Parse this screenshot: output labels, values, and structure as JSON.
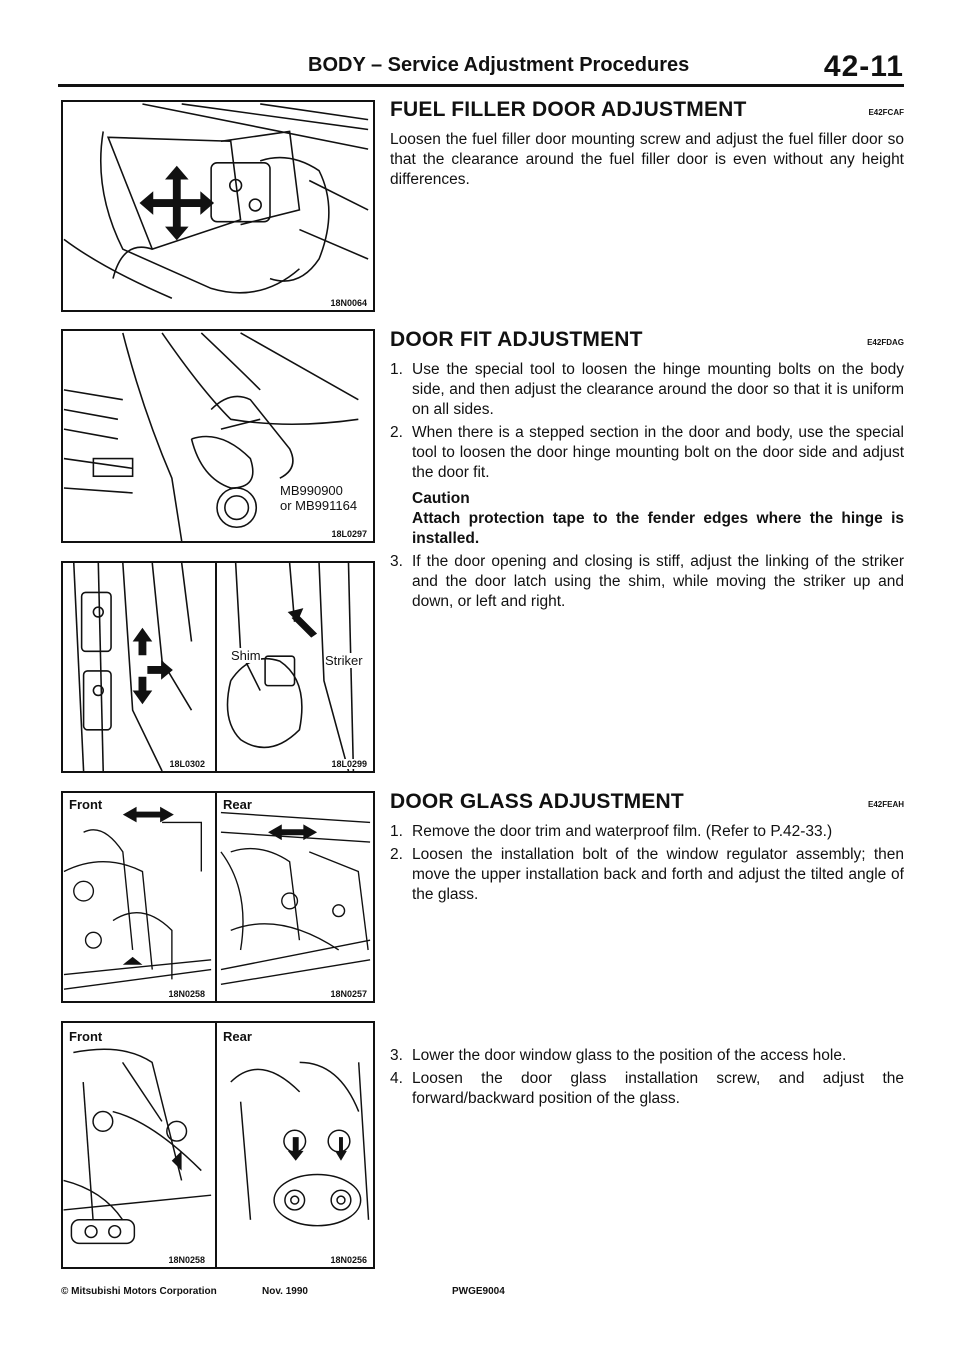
{
  "header": {
    "title": "BODY – Service Adjustment Procedures",
    "page": "42-11"
  },
  "figures": {
    "fig1": {
      "code": "18N0064"
    },
    "fig2": {
      "code": "18L0297",
      "label": "MB990900\nor MB991164"
    },
    "fig3": {
      "left_code": "18L0302",
      "right_code": "18L0299",
      "shim": "Shim",
      "striker": "Striker"
    },
    "fig4": {
      "left_code": "18N0258",
      "right_code": "18N0257",
      "front": "Front",
      "rear": "Rear"
    },
    "fig5": {
      "left_code": "18N0258",
      "right_code": "18N0256",
      "front": "Front",
      "rear": "Rear"
    }
  },
  "sections": {
    "fuel": {
      "title": "FUEL FILLER DOOR ADJUSTMENT",
      "code": "E42FCAF",
      "body": "Loosen the fuel filler door mounting screw and adjust the fuel filler door so that the clearance around the fuel filler door is even without any height differences."
    },
    "door_fit": {
      "title": "DOOR FIT ADJUSTMENT",
      "code": "E42FDAG",
      "steps": [
        {
          "num": "1.",
          "text": "Use the special tool to loosen the hinge mounting bolts on the body side, and then adjust the clearance around the door so that it is uniform on all sides."
        },
        {
          "num": "2.",
          "text": "When there is a stepped section in the door and body, use the special tool to loosen the door hinge mounting bolt on the door side and adjust the door fit."
        },
        {
          "num": "3.",
          "text": "If the door opening and closing is stiff, adjust the linking of the striker and the door latch using the shim, while moving the striker up and down, or left and right."
        }
      ],
      "caution_title": "Caution",
      "caution_text": "Attach protection tape to the fender edges where the hinge is installed."
    },
    "glass": {
      "title": "DOOR GLASS ADJUSTMENT",
      "code": "E42FEAH",
      "steps": [
        {
          "num": "1.",
          "text": "Remove the door trim and waterproof film. (Refer to P.42-33.)"
        },
        {
          "num": "2.",
          "text": "Loosen the installation bolt of the window regulator assembly; then move the upper installation back and forth and adjust the tilted angle of the glass."
        },
        {
          "num": "3.",
          "text": "Lower the door window glass to the position of the access hole."
        },
        {
          "num": "4.",
          "text": "Loosen the door glass installation screw, and adjust the forward/backward position of the glass."
        }
      ]
    }
  },
  "footer": {
    "copyright": "© Mitsubishi Motors Corporation",
    "date": "Nov. 1990",
    "doc_code": "PWGE9004"
  }
}
